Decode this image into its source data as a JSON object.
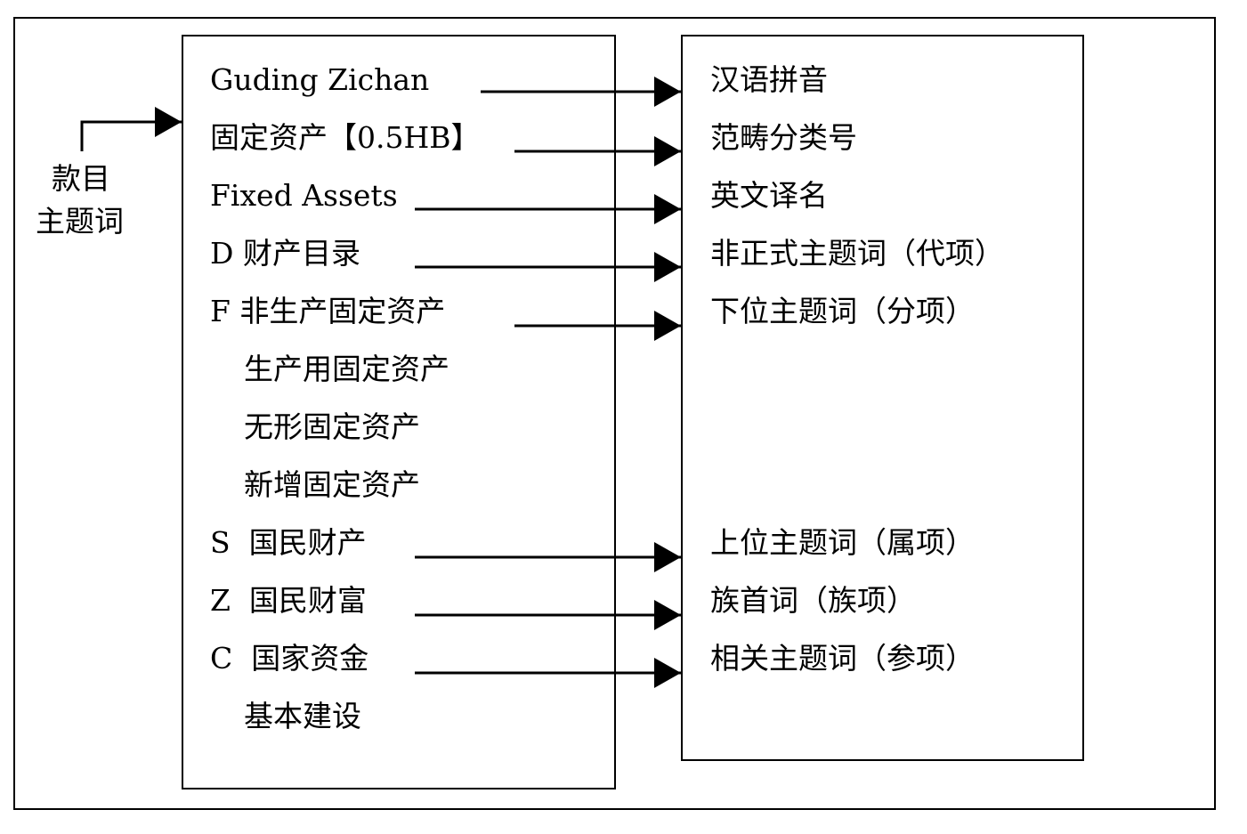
{
  "side_label": {
    "line1": "款目",
    "line2": "主题词"
  },
  "left_items": [
    "Guding Zichan",
    "固定资产【0.5HB】",
    "Fixed Assets",
    "D 财产目录",
    "F 非生产固定资产",
    "生产用固定资产",
    "无形固定资产",
    "新增固定资产",
    "S  国民财产",
    "Z  国民财富",
    "C  国家资金",
    "基本建设"
  ],
  "right_items": [
    "汉语拼音",
    "范畴分类号",
    "英文译名",
    "非正式主题词（代项）",
    "下位主题词（分项）",
    "上位主题词（属项）",
    "族首词（族项）",
    "相关主题词（参项）"
  ]
}
